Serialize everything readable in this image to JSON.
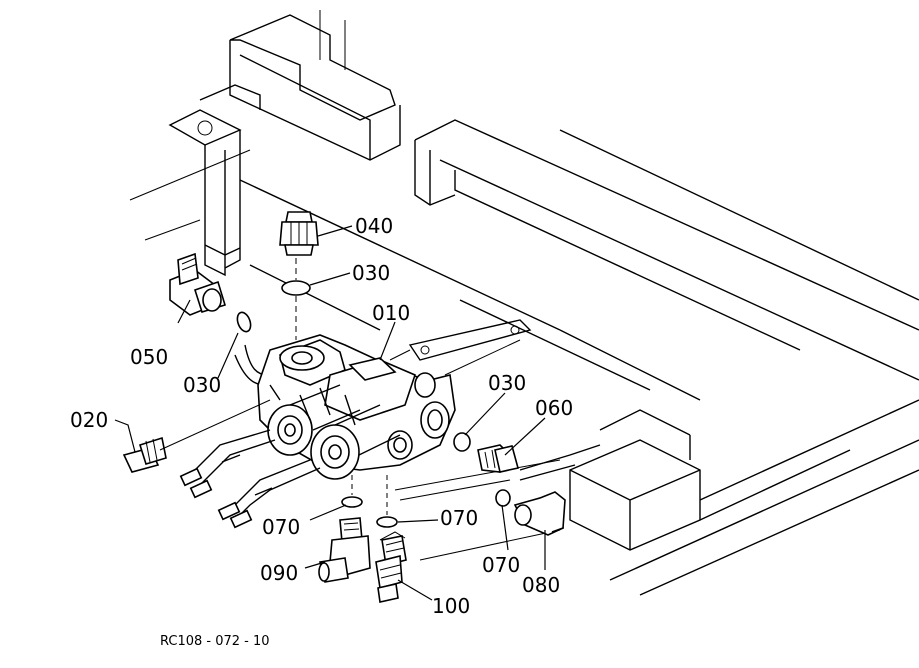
{
  "callouts": {
    "p010": "010",
    "p020": "020",
    "p030_top": "030",
    "p030_left": "030",
    "p030_right": "030",
    "p040": "040",
    "p050": "050",
    "p060": "060",
    "p070_left": "070",
    "p070_mid": "070",
    "p070_right": "070",
    "p080": "080",
    "p090": "090",
    "p100": "100"
  },
  "reference_code": "RC108 - 072 - 10"
}
